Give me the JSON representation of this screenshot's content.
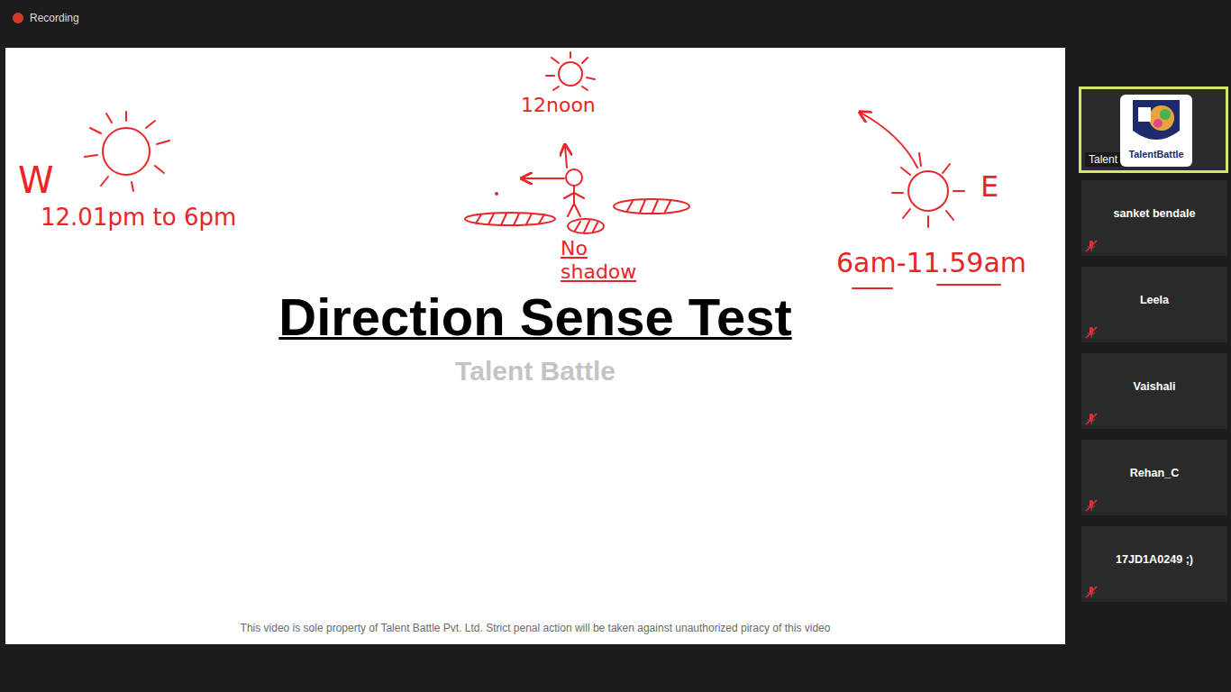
{
  "diagram": {
    "title": "Direction Sense Test",
    "nodes": [
      {
        "text": [
          "Talent Battle"
        ]
      },
      {
        "text": [
          "TalentBattle"
        ],
        "in": 0
      },
      {
        "text": [
          "sanket bendale"
        ]
      },
      {
        "text": [
          "Leela"
        ]
      },
      {
        "text": [
          "Vaishali"
        ]
      },
      {
        "text": [
          "Rehan_C"
        ]
      },
      {
        "text": [
          "17JD1A0249 ;)"
        ]
      }
    ],
    "labels": [
      "Recording",
      "W",
      "12.01pm to 6pm",
      "12noon",
      "No shadow",
      "6am-11.59am",
      "E",
      "Talent Battle",
      "This video is sole property of Talent Battle Pvt. Ltd. Strict penal action will be taken against unauthorized piracy of this video"
    ]
  }
}
